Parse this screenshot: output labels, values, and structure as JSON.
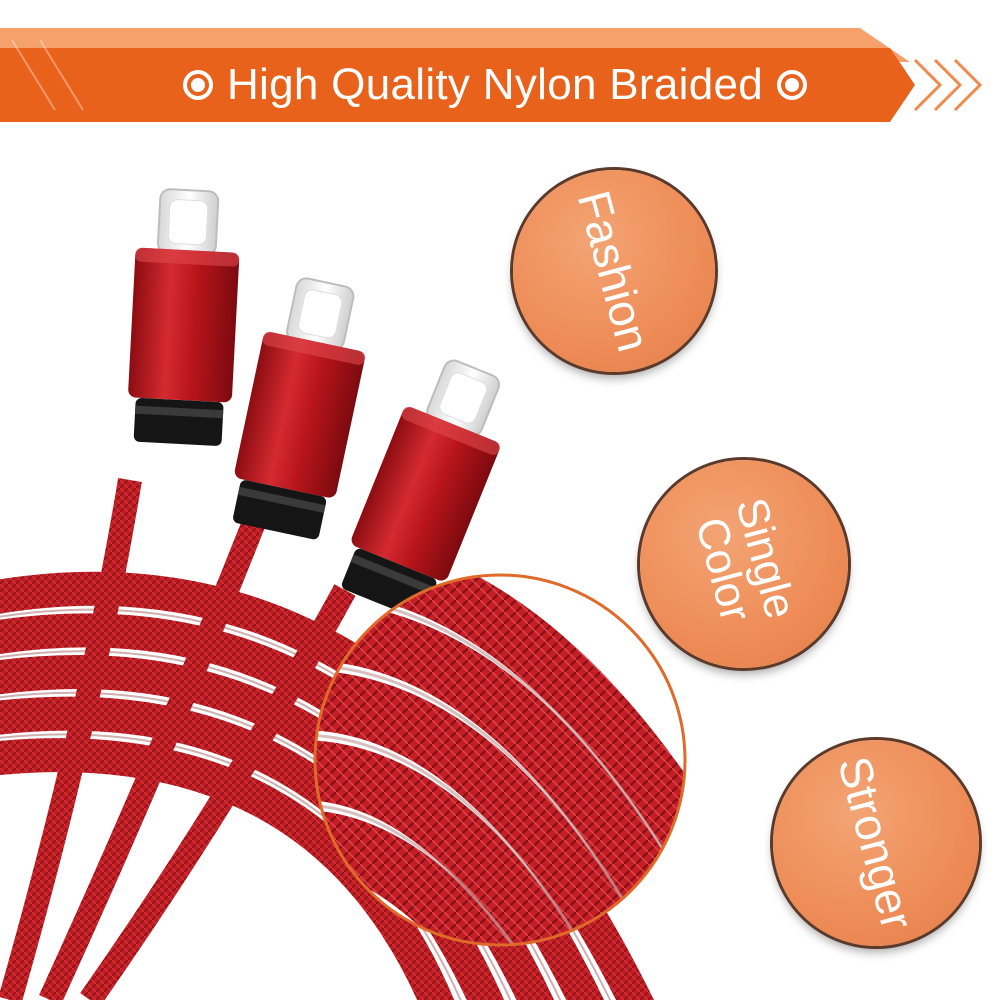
{
  "banner": {
    "text": "High Quality Nylon Braided",
    "colors": {
      "band": "#e9621c",
      "light_band": "#f6a16b",
      "text": "#ffffff"
    },
    "icons": [
      "ring-bullet-icon",
      "chevron-right-icon"
    ]
  },
  "features": [
    {
      "id": "fashion",
      "lines": [
        "Fashion"
      ]
    },
    {
      "id": "single-color",
      "lines": [
        "Single",
        "Color"
      ]
    },
    {
      "id": "stronger",
      "lines": [
        "Stronger"
      ]
    }
  ],
  "colors": {
    "badge": "#ee8c57",
    "cable_red": "#c01d24",
    "cable_dark": "#8e1218",
    "connector_white": "#f4f4f4",
    "zoom_outline": "#e06a2a"
  }
}
